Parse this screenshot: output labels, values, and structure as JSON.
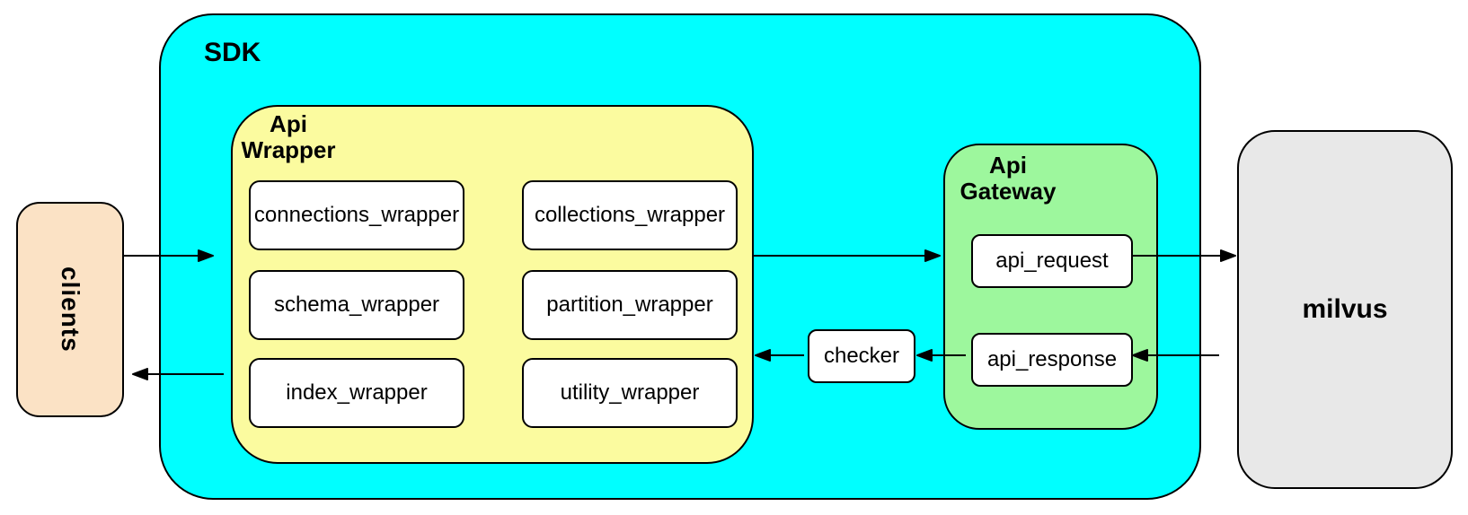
{
  "colors": {
    "canvas-bg": "#FFFFFF",
    "sdk-fill": "#00FFFF",
    "wrapper-fill": "#FBFB9F",
    "gateway-fill": "#9DF79D",
    "clients-fill": "#FBE2C5",
    "milvus-fill": "#E8E8E8",
    "node-fill": "#FFFFFF",
    "stroke": "#000000"
  },
  "diagram": {
    "clients": {
      "label": "clients"
    },
    "sdk": {
      "label": "SDK",
      "api_wrapper": {
        "label_line1": "Api",
        "label_line2": "Wrapper",
        "boxes": [
          "connections_wrapper",
          "collections_wrapper",
          "schema_wrapper",
          "partition_wrapper",
          "index_wrapper",
          "utility_wrapper"
        ]
      },
      "checker": {
        "label": "checker"
      },
      "api_gateway": {
        "label_line1": "Api",
        "label_line2": "Gateway",
        "boxes": [
          "api_request",
          "api_response"
        ]
      }
    },
    "milvus": {
      "label": "milvus"
    },
    "edges": [
      {
        "from": "clients",
        "to": "sdk"
      },
      {
        "from": "sdk",
        "to": "clients"
      },
      {
        "from": "api_wrapper",
        "to": "api_gateway"
      },
      {
        "from": "api_request",
        "to": "milvus"
      },
      {
        "from": "milvus",
        "to": "api_response"
      },
      {
        "from": "api_response",
        "to": "checker"
      },
      {
        "from": "checker",
        "to": "api_wrapper"
      }
    ]
  }
}
